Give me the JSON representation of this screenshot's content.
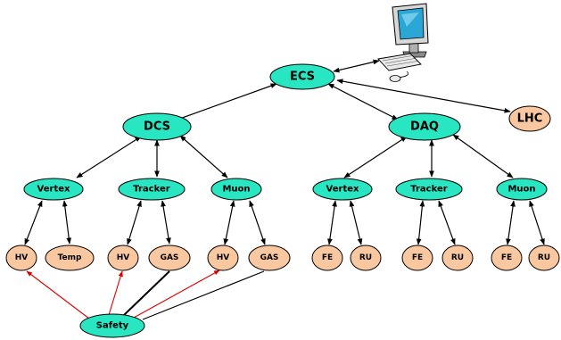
{
  "colors": {
    "control_fill": "#29e6c3",
    "device_fill": "#f9c8a0",
    "stroke": "#000000",
    "safety_link": "#e00000",
    "link": "#000000"
  },
  "computer": {
    "icon": "desktop-computer-icon"
  },
  "nodes": {
    "ecs": "ECS",
    "lhc": "LHC",
    "dcs": "DCS",
    "daq": "DAQ",
    "dcs_vertex": "Vertex",
    "dcs_tracker": "Tracker",
    "dcs_muon": "Muon",
    "daq_vertex": "Vertex",
    "daq_tracker": "Tracker",
    "daq_muon": "Muon",
    "vertex_hv": "HV",
    "vertex_temp": "Temp",
    "tracker_hv": "HV",
    "tracker_gas": "GAS",
    "muon_hv": "HV",
    "muon_gas": "GAS",
    "daq_vertex_fe": "FE",
    "daq_vertex_ru": "RU",
    "daq_tracker_fe": "FE",
    "daq_tracker_ru": "RU",
    "daq_muon_fe": "FE",
    "daq_muon_ru": "RU",
    "safety": "Safety"
  }
}
